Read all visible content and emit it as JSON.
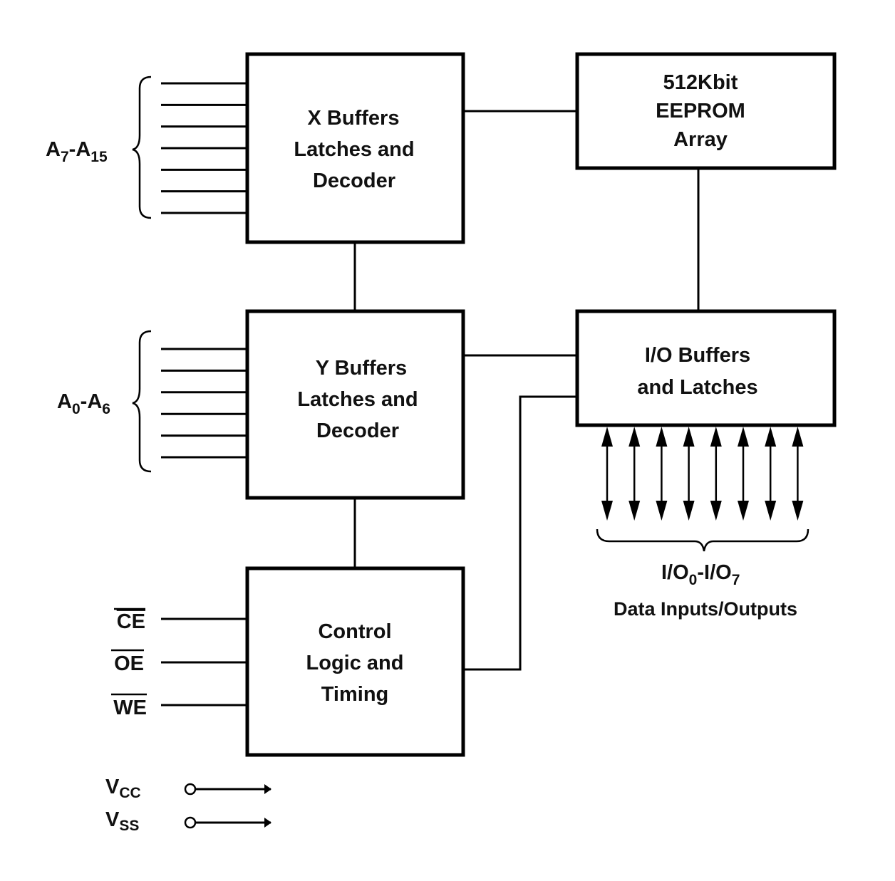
{
  "blocks": {
    "x_decoder": {
      "lines": [
        "X Buffers",
        "Latches and",
        "Decoder"
      ]
    },
    "y_decoder": {
      "lines": [
        "Y Buffers",
        "Latches and",
        "Decoder"
      ]
    },
    "control": {
      "lines": [
        "Control",
        "Logic and",
        "Timing"
      ]
    },
    "eeprom": {
      "lines": [
        "512Kbit",
        "EEPROM",
        "Array"
      ]
    },
    "io_buffers": {
      "lines": [
        "I/O Buffers",
        "and Latches"
      ]
    }
  },
  "inputs": {
    "high_address": {
      "base": "A",
      "from_sub": "7",
      "sep": "-",
      "to_base": "A",
      "to_sub": "15",
      "line_count": 7
    },
    "low_address": {
      "base": "A",
      "from_sub": "0",
      "sep": "-",
      "to_base": "A",
      "to_sub": "6",
      "line_count": 6
    },
    "control_signals": [
      {
        "label": "CE",
        "active_low": true
      },
      {
        "label": "OE",
        "active_low": true
      },
      {
        "label": "WE",
        "active_low": true
      }
    ],
    "power": [
      {
        "base": "V",
        "sub": "CC"
      },
      {
        "base": "V",
        "sub": "SS"
      }
    ]
  },
  "io": {
    "bus_base": "I/O",
    "from_sub": "0",
    "sep": "-",
    "to_base": "I/O",
    "to_sub": "7",
    "caption": "Data Inputs/Outputs",
    "arrow_count": 8
  }
}
